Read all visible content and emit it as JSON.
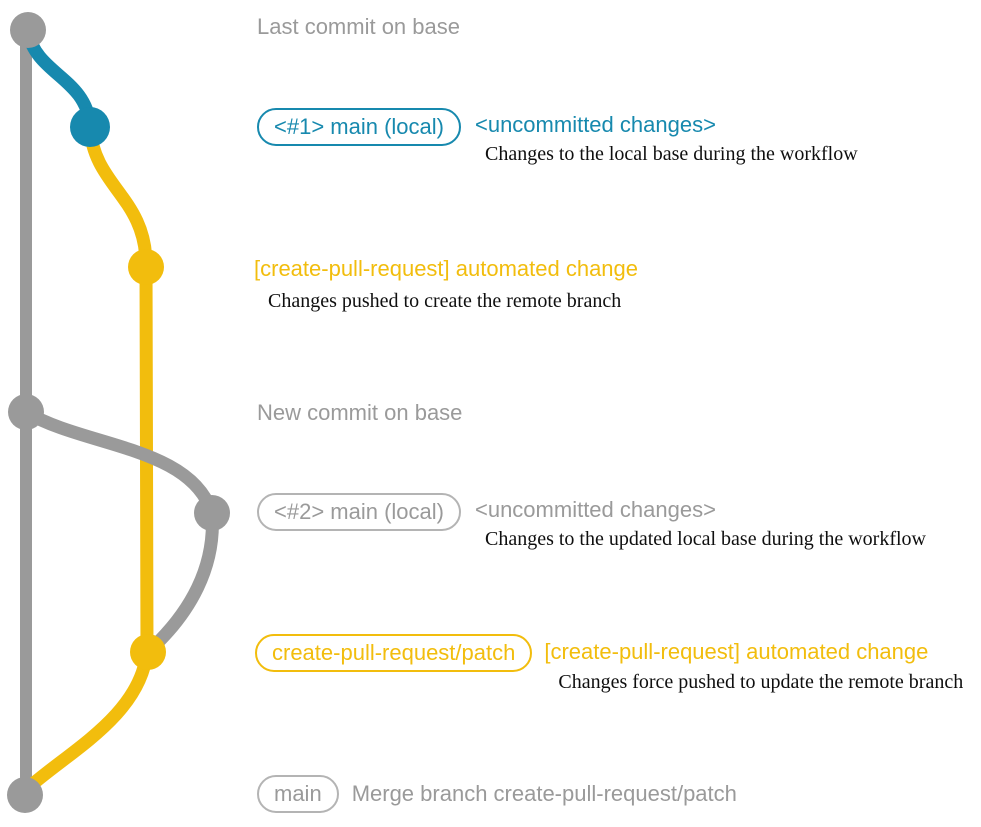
{
  "colors": {
    "gray": "#9a9a9a",
    "blue": "#1789ae",
    "yellow": "#f2bd0d",
    "caption": "#0f0f0f",
    "background": "#ffffff"
  },
  "graph": {
    "branches": [
      {
        "name": "base",
        "color": "gray"
      },
      {
        "name": "main (local) #1",
        "color": "blue"
      },
      {
        "name": "create-pull-request/patch",
        "color": "yellow"
      },
      {
        "name": "main (local) #2",
        "color": "gray"
      }
    ],
    "commits": [
      {
        "id": "last-commit-on-base",
        "branch": "base",
        "color": "gray"
      },
      {
        "id": "uncommitted-changes-1",
        "branch": "main (local) #1",
        "color": "blue"
      },
      {
        "id": "automated-change-1",
        "branch": "create-pull-request/patch",
        "color": "yellow"
      },
      {
        "id": "new-commit-on-base",
        "branch": "base",
        "color": "gray"
      },
      {
        "id": "uncommitted-changes-2",
        "branch": "main (local) #2",
        "color": "gray"
      },
      {
        "id": "automated-change-2",
        "branch": "create-pull-request/patch",
        "color": "yellow"
      },
      {
        "id": "merge-commit-on-base",
        "branch": "base",
        "color": "gray"
      }
    ]
  },
  "annotations": {
    "last_commit": "Last commit on base",
    "row1": {
      "badge": "<#1> main (local)",
      "title": "<uncommitted changes>",
      "caption": "Changes to the local base during the workflow"
    },
    "row2": {
      "title": "[create-pull-request] automated change",
      "caption": "Changes pushed to create the remote branch"
    },
    "new_commit": "New commit on base",
    "row3": {
      "badge": "<#2> main (local)",
      "title": "<uncommitted changes>",
      "caption": "Changes to the updated local base during the workflow"
    },
    "row4": {
      "badge": "create-pull-request/patch",
      "title": "[create-pull-request] automated change",
      "caption": "Changes force pushed to update the remote branch"
    },
    "row5": {
      "badge": "main",
      "text": "Merge branch create-pull-request/patch"
    }
  }
}
